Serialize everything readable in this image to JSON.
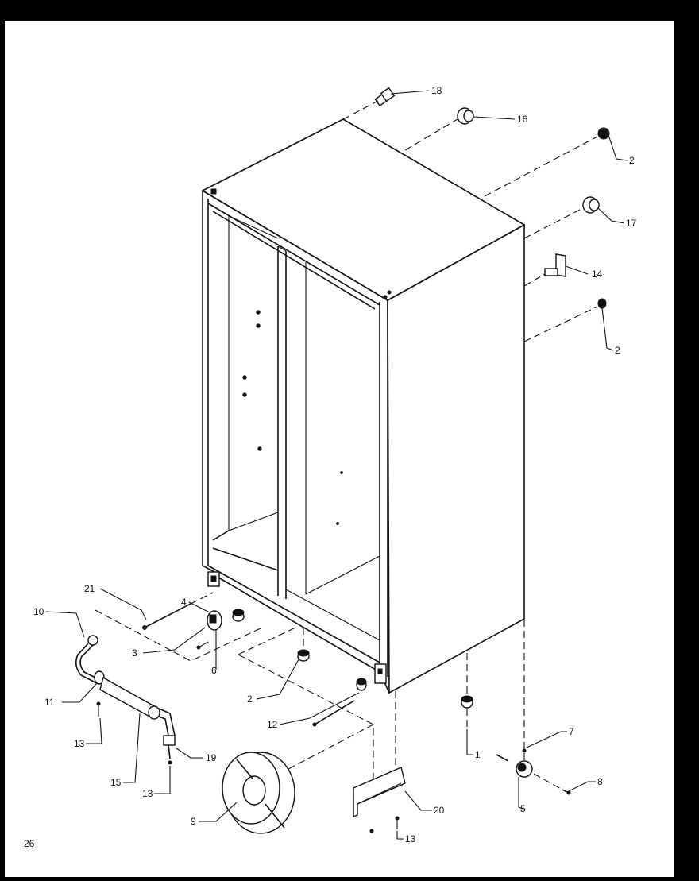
{
  "diagram": {
    "page_number": "26",
    "callouts": {
      "c18": "18",
      "c16": "16",
      "c2_top": "2",
      "c17": "17",
      "c14": "14",
      "c2_right": "2",
      "c21": "21",
      "c10": "10",
      "c4": "4",
      "c3": "3",
      "c6": "6",
      "c11": "11",
      "c2_bottom": "2",
      "c12": "12",
      "c13_left": "13",
      "c15": "15",
      "c19": "19",
      "c13_mid": "13",
      "c9": "9",
      "c1": "1",
      "c7": "7",
      "c8": "8",
      "c5": "5",
      "c20": "20",
      "c13_bottom": "13"
    }
  }
}
